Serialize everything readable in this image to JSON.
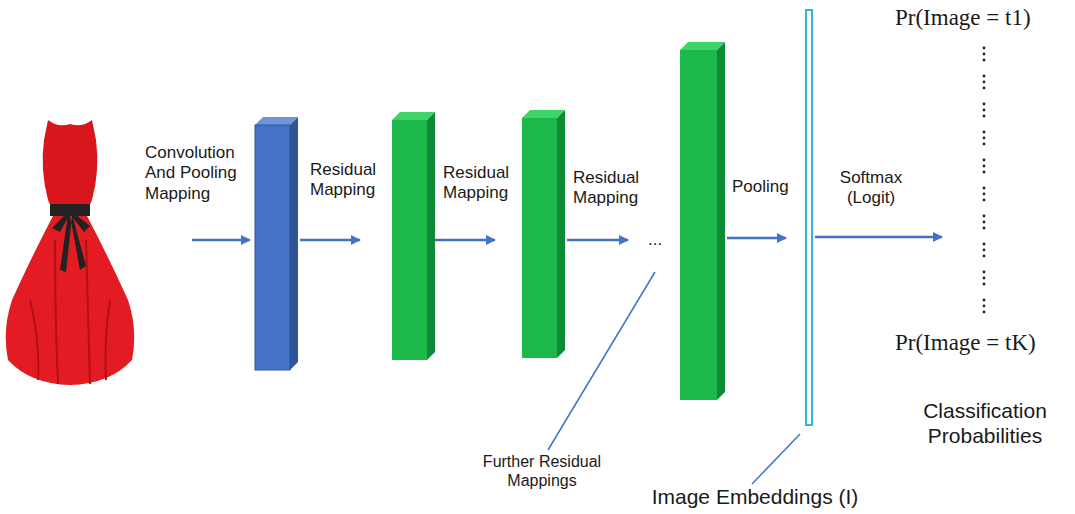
{
  "diagram": {
    "labels": [
      "Convolution And Pooling Mapping",
      "Residual Mapping",
      "Residual Mapping",
      "Residual Mapping",
      "...",
      "Pooling",
      "Softmax (Logit)",
      "Pr(Image = t1)",
      "Pr(Image = tK)",
      "Classification Probabilities",
      "Further Residual Mappings",
      "Image Embeddings (I)"
    ]
  }
}
